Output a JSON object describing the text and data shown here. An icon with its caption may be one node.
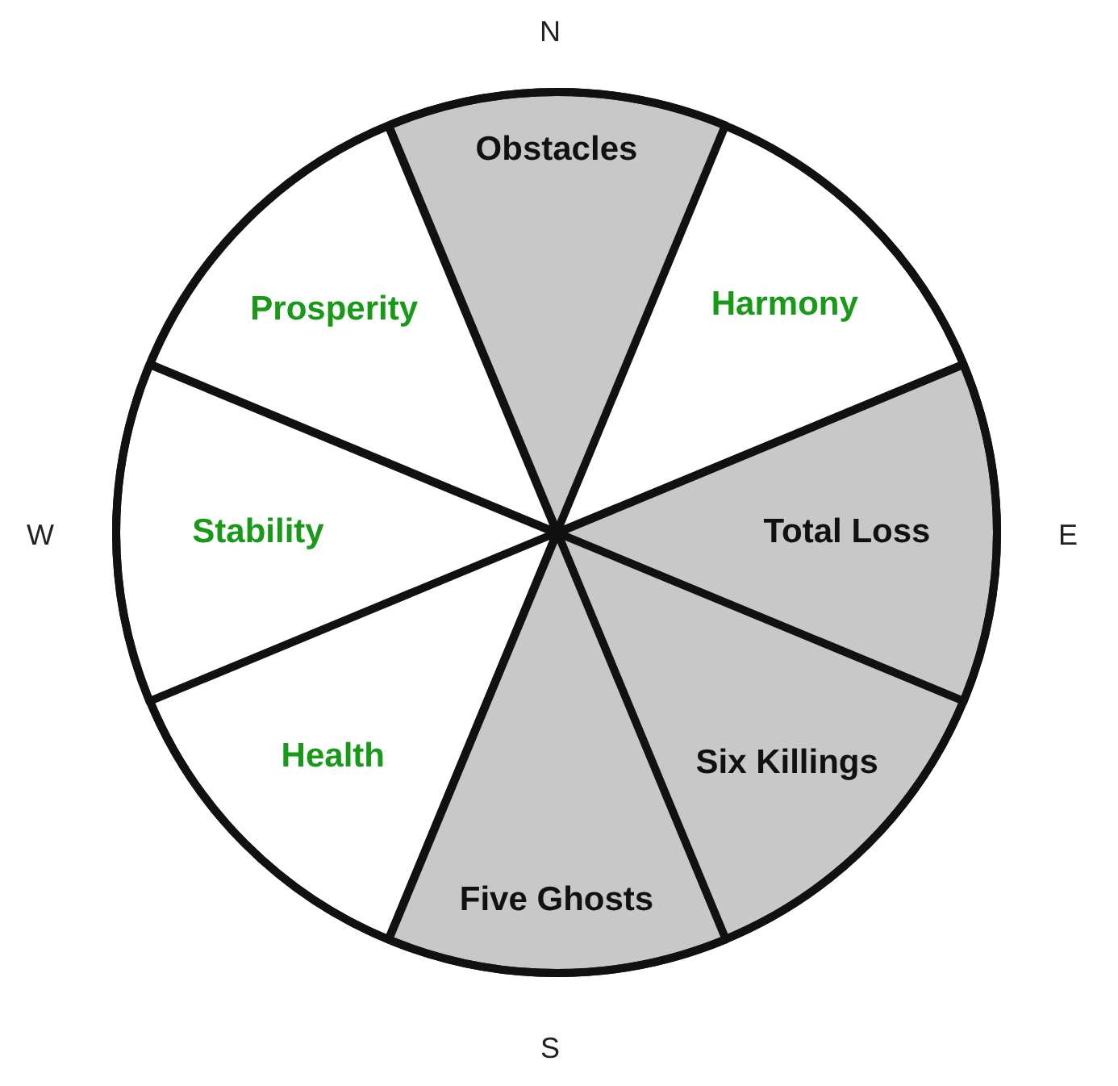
{
  "diagram": {
    "nodes": [
      {
        "text": [
          "Obstacles"
        ]
      },
      {
        "text": [
          "Prosperity"
        ]
      },
      {
        "text": [
          "Harmony"
        ]
      },
      {
        "text": [
          "Stability"
        ]
      },
      {
        "text": [
          "Total Loss"
        ]
      },
      {
        "text": [
          "Health"
        ]
      },
      {
        "text": [
          "Six Killings"
        ]
      },
      {
        "text": [
          "Five Ghosts"
        ]
      }
    ],
    "labels": [
      "N",
      "W",
      "E",
      "S"
    ]
  }
}
